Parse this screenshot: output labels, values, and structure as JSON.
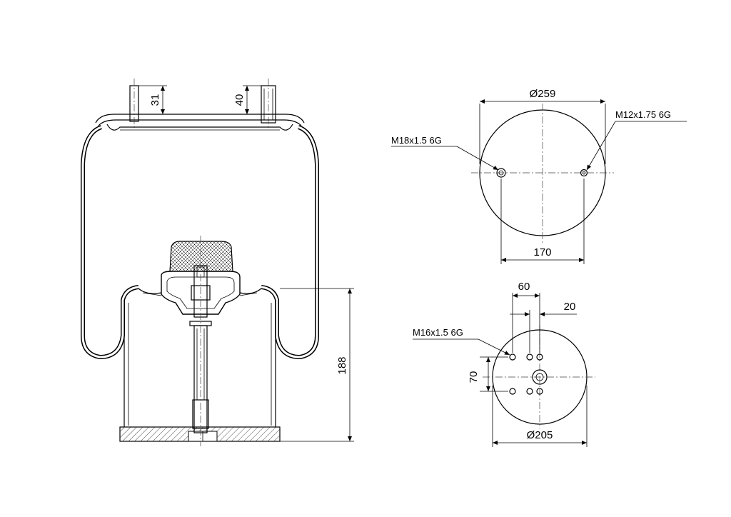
{
  "side_view": {
    "dim_left_stud": "31",
    "dim_right_stud": "40",
    "dim_height": "188"
  },
  "top_plate": {
    "diameter": "Ø259",
    "bolt_spacing": "170",
    "thread_left": "M18x1.5 6G",
    "thread_right": "M12x1.75 6G"
  },
  "bottom_plate": {
    "diameter": "Ø205",
    "dim_spacing_x": "60",
    "dim_offset": "20",
    "dim_spacing_y": "70",
    "thread": "M16x1.5 6G"
  }
}
